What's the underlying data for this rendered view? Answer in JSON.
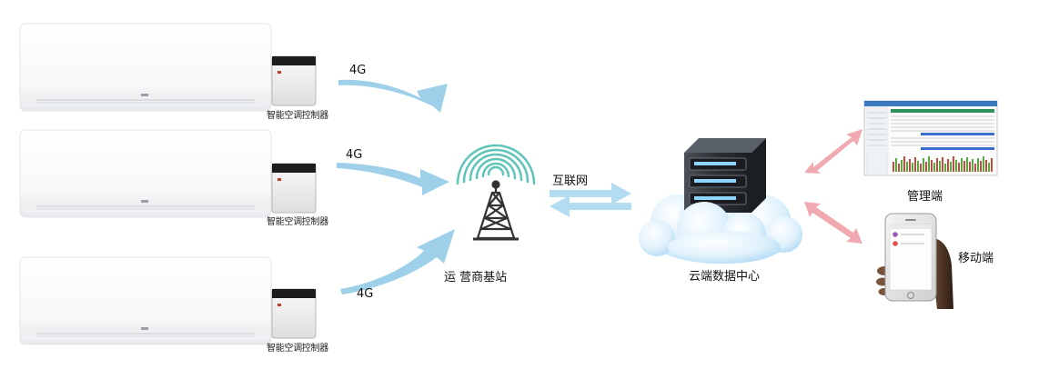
{
  "units": [
    {
      "link_label": "4G",
      "controller_label": "智能空调控制器"
    },
    {
      "link_label": "4G",
      "controller_label": "智能空调控制器"
    },
    {
      "link_label": "4G",
      "controller_label": "智能空调控制器"
    }
  ],
  "tower": {
    "label": "运 营商基站"
  },
  "internet": {
    "label": "互联网"
  },
  "cloud": {
    "label": "云端数据中心"
  },
  "management": {
    "label": "管理端"
  },
  "mobile": {
    "label": "移动端"
  },
  "colors": {
    "wireless_arrow": "#9fd0ea",
    "internet_arrow": "#b3dcf0",
    "client_arrow": "#f1a9b1",
    "tower_waves": "#5fc4b8",
    "tower": "#333333",
    "server": "#2e3338",
    "server_light": "#8fd6ff"
  }
}
